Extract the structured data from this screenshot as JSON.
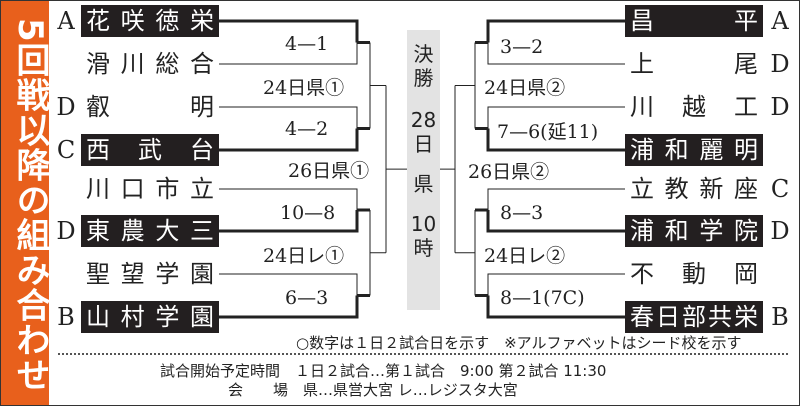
{
  "title": "5回戦以降の組み合わせ",
  "left_teams": [
    {
      "name": "花咲徳栄",
      "seed": "A",
      "win": true
    },
    {
      "name": "滑川総合",
      "seed": "",
      "win": false
    },
    {
      "name": "叡　　明",
      "seed": "D",
      "win": false
    },
    {
      "name": "西　武　台",
      "seed": "C",
      "win": true
    },
    {
      "name": "川口市立",
      "seed": "",
      "win": false
    },
    {
      "name": "東農大三",
      "seed": "D",
      "win": true
    },
    {
      "name": "聖望学園",
      "seed": "",
      "win": false
    },
    {
      "name": "山村学園",
      "seed": "B",
      "win": true
    }
  ],
  "right_teams": [
    {
      "name": "昌　　平",
      "seed": "A",
      "win": true
    },
    {
      "name": "上　　尾",
      "seed": "D",
      "win": false
    },
    {
      "name": "川　越　工",
      "seed": "D",
      "win": false
    },
    {
      "name": "浦和麗明",
      "seed": "",
      "win": true
    },
    {
      "name": "立教新座",
      "seed": "C",
      "win": false
    },
    {
      "name": "浦和学院",
      "seed": "D",
      "win": true
    },
    {
      "name": "不　動　岡",
      "seed": "",
      "win": false
    },
    {
      "name": "春日部共栄",
      "seed": "B",
      "win": true
    }
  ],
  "left_labels": {
    "s1": "4—1",
    "r1": "24日県①",
    "s2": "4—2",
    "semi": "26日県①",
    "s3": "10—8",
    "r2": "24日レ①",
    "s4": "6—3"
  },
  "right_labels": {
    "s1": "3—2",
    "r1": "24日県②",
    "s2": "7—6(延11)",
    "semi": "26日県②",
    "s3": "8—3",
    "r2": "24日レ②",
    "s4": "8—1(7C)"
  },
  "final": {
    "label1": "決",
    "label2": "勝",
    "day1": "28",
    "day2": "日",
    "venue": "県",
    "time1": "10",
    "time2": "時"
  },
  "notes": {
    "legend": "○数字は１日２試合日を示す　※アルファベットはシード校を示す",
    "schedule": "試合開始予定時間　１日２試合…第１試合　9:00 第２試合 11:30",
    "venue": "会　　場　県…県営大宮 レ…レジスタ大宮"
  },
  "colors": {
    "accent": "#e8601c",
    "winner_box": "#231f20",
    "final_box": "#e3e3e3"
  }
}
